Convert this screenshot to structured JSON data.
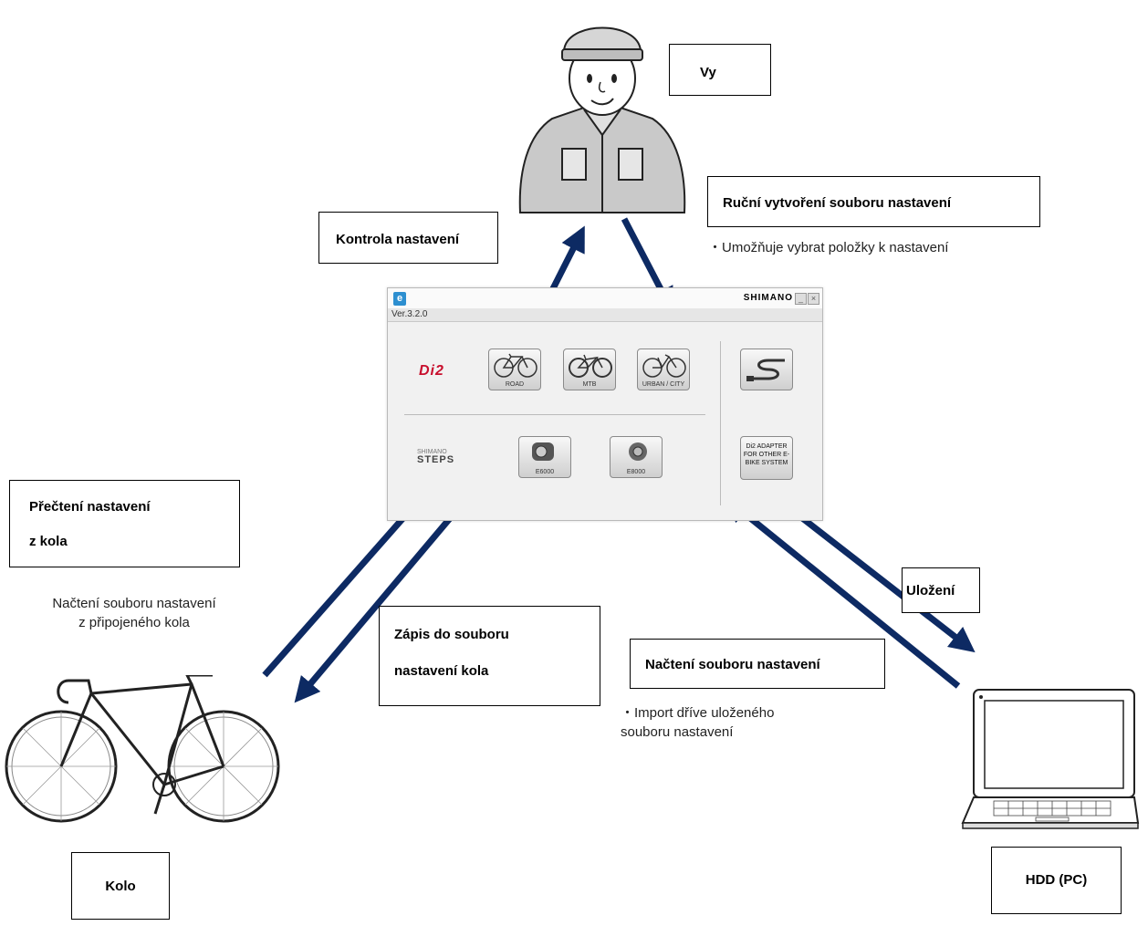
{
  "labels": {
    "you": "Vy",
    "manual_create": "Ruční vytvoření souboru nastavení",
    "manual_create_note": "・Umožňuje vybrat položky k nastavení",
    "check_settings": "Kontrola nastavení",
    "read_from_bike_line1": "Přečtení nastavení",
    "read_from_bike_line2": "z kola",
    "read_from_bike_note_line1": "Načtení souboru nastavení",
    "read_from_bike_note_line2": "z připojeného kola",
    "write_to_bike_line1": "Zápis do souboru",
    "write_to_bike_line2": "nastavení kola",
    "save": "Uložení",
    "load_file": "Načtení souboru nastavení",
    "load_file_note_line1": "・Import dříve uloženého",
    "load_file_note_line2": "souboru nastavení",
    "bike": "Kolo",
    "hdd": "HDD (PC)"
  },
  "app_window": {
    "brand": "SHIMANO",
    "version": "Ver.3.2.0",
    "di2_logo": "Di2",
    "steps_logo_top": "SHIMANO",
    "steps_logo_bottom": "STEPS",
    "tiles": {
      "road": "ROAD",
      "mtb": "MTB",
      "urban": "URBAN / CITY",
      "e6000": "E6000",
      "e8000": "E8000",
      "adapter": "Di2 ADAPTER FOR OTHER E-BIKE SYSTEM"
    }
  },
  "colors": {
    "arrow": "#0d2a63",
    "di2_red": "#c8102e"
  },
  "icons": [
    "worker-person-icon",
    "road-bike-icon",
    "laptop-icon",
    "mtb-bike-icon",
    "cable-icon",
    "drive-unit-icon"
  ]
}
